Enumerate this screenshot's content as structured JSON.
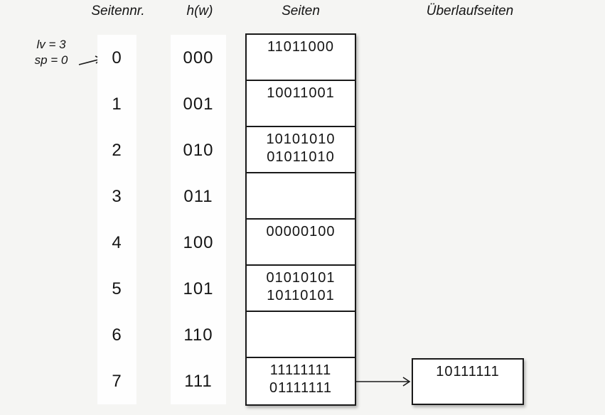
{
  "colors": {
    "background": "#f5f5f3",
    "line": "#1a1a1a",
    "box_fill": "#ffffff",
    "text": "#141414"
  },
  "headers": {
    "page_no": "Seitennr.",
    "hash_fn": "h(w)",
    "pages": "Seiten",
    "overflow": "Überlaufseiten"
  },
  "annotation": {
    "line1": "lv = 3",
    "line2": "sp = 0",
    "points_to_page": "0"
  },
  "rows": [
    {
      "page": "0",
      "hash": "000",
      "line1": "11011000",
      "line2": ""
    },
    {
      "page": "1",
      "hash": "001",
      "line1": "10011001",
      "line2": ""
    },
    {
      "page": "2",
      "hash": "010",
      "line1": "10101010",
      "line2": "01011010"
    },
    {
      "page": "3",
      "hash": "011",
      "line1": "",
      "line2": ""
    },
    {
      "page": "4",
      "hash": "100",
      "line1": "00000100",
      "line2": ""
    },
    {
      "page": "5",
      "hash": "101",
      "line1": "01010101",
      "line2": "10110101"
    },
    {
      "page": "6",
      "hash": "110",
      "line1": "",
      "line2": ""
    },
    {
      "page": "7",
      "hash": "111",
      "line1": "11111111",
      "line2": "01111111"
    }
  ],
  "overflow_page": {
    "value": "10111111",
    "linked_page": "7"
  }
}
